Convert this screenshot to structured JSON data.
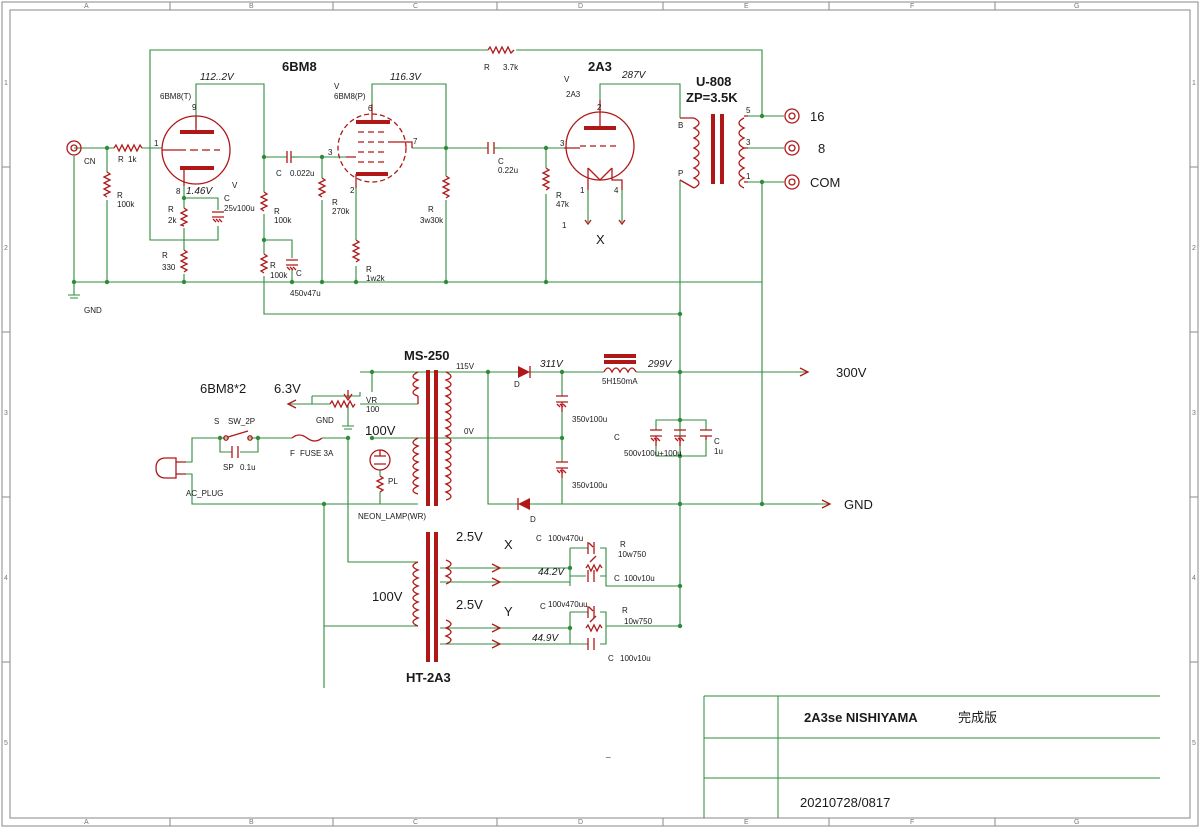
{
  "grid": {
    "cols": [
      "A",
      "B",
      "C",
      "D",
      "E",
      "F",
      "G"
    ],
    "rows": [
      "1",
      "2",
      "3",
      "4",
      "5"
    ]
  },
  "tubes": {
    "v1_name": "6BM8",
    "v1_triode": "6BM8(T)",
    "v1_prefix": "V",
    "v1_pentode": "6BM8(P)",
    "v2_name": "2A3",
    "v2_type": "2A3",
    "v2_prefix": "V"
  },
  "opt": {
    "name": "U-808",
    "zp": "ZP=3.5K",
    "b": "B",
    "p": "P",
    "t5": "5",
    "t3": "3",
    "t1": "1"
  },
  "outputs": {
    "o16": "16",
    "o8": "8",
    "com": "COM"
  },
  "voltages": {
    "v112": "112..2V",
    "v1_46": "1.46V",
    "v116": "116.3V",
    "v287": "287V",
    "v311": "311V",
    "v299": "299V",
    "v115": "115V",
    "v0": "0V",
    "v100a": "100V",
    "v63": "6.3V",
    "v25x": "2.5V",
    "v25y": "2.5V",
    "v100b": "100V",
    "v442": "44.2V",
    "v449": "44.9V",
    "v300": "300V"
  },
  "labels": {
    "cn": "CN",
    "gnd1": "GND",
    "gnd2": "GND",
    "gnd3": "GND",
    "r": "R",
    "c": "C",
    "v": "V",
    "r1k": "1k",
    "r100k_a": "100k",
    "r2k": "2k",
    "r330": "330",
    "c25": "25v100u",
    "c022a": "0.022u",
    "r100k_b": "100k",
    "r100k_c": "100k",
    "c450": "450v47u",
    "r270k": "270k",
    "r1w2k": "1w2k",
    "r3w30k": "3w30k",
    "c022b": "0.22u",
    "r47k": "47k",
    "r37k": "3.7k",
    "x1": "X",
    "one": "1",
    "pin9": "9",
    "pin8": "8",
    "pin6": "6",
    "pin7": "7",
    "pin2a": "2",
    "pin3a": "3",
    "pin1": "1",
    "pin2b": "2",
    "pin3b": "3",
    "pin1b": "1",
    "pin4": "4",
    "pin3c": "3",
    "ms250": "MS-250",
    "ht2a3": "HT-2A3",
    "d1": "D",
    "d2": "D",
    "choke": "5H150mA",
    "c350a": "350v100u",
    "c350b": "350v100u",
    "c500": "500v100u+100u",
    "c1u": "1u",
    "sixbm8x2": "6BM8*2",
    "vr": "VR",
    "vr100": "100",
    "s": "S",
    "sw": "SW_2P",
    "sp": "SP",
    "c01": "0.1u",
    "fuse": "FUSE 3A",
    "f": "F",
    "acplug": "AC_PLUG",
    "pl": "PL",
    "neon": "NEON_LAMP(WR)",
    "xh": "X",
    "yh": "Y",
    "c470a": "100v470u",
    "r750a": "10w750",
    "c10a": "100v10u",
    "c470b": "100v470uu",
    "r750b": "10w750",
    "c10b": "100v10u"
  },
  "title_block": {
    "title": "2A3se NISHIYAMA",
    "subtitle": "完成版",
    "dash": "_",
    "date": "20210728/0817"
  }
}
